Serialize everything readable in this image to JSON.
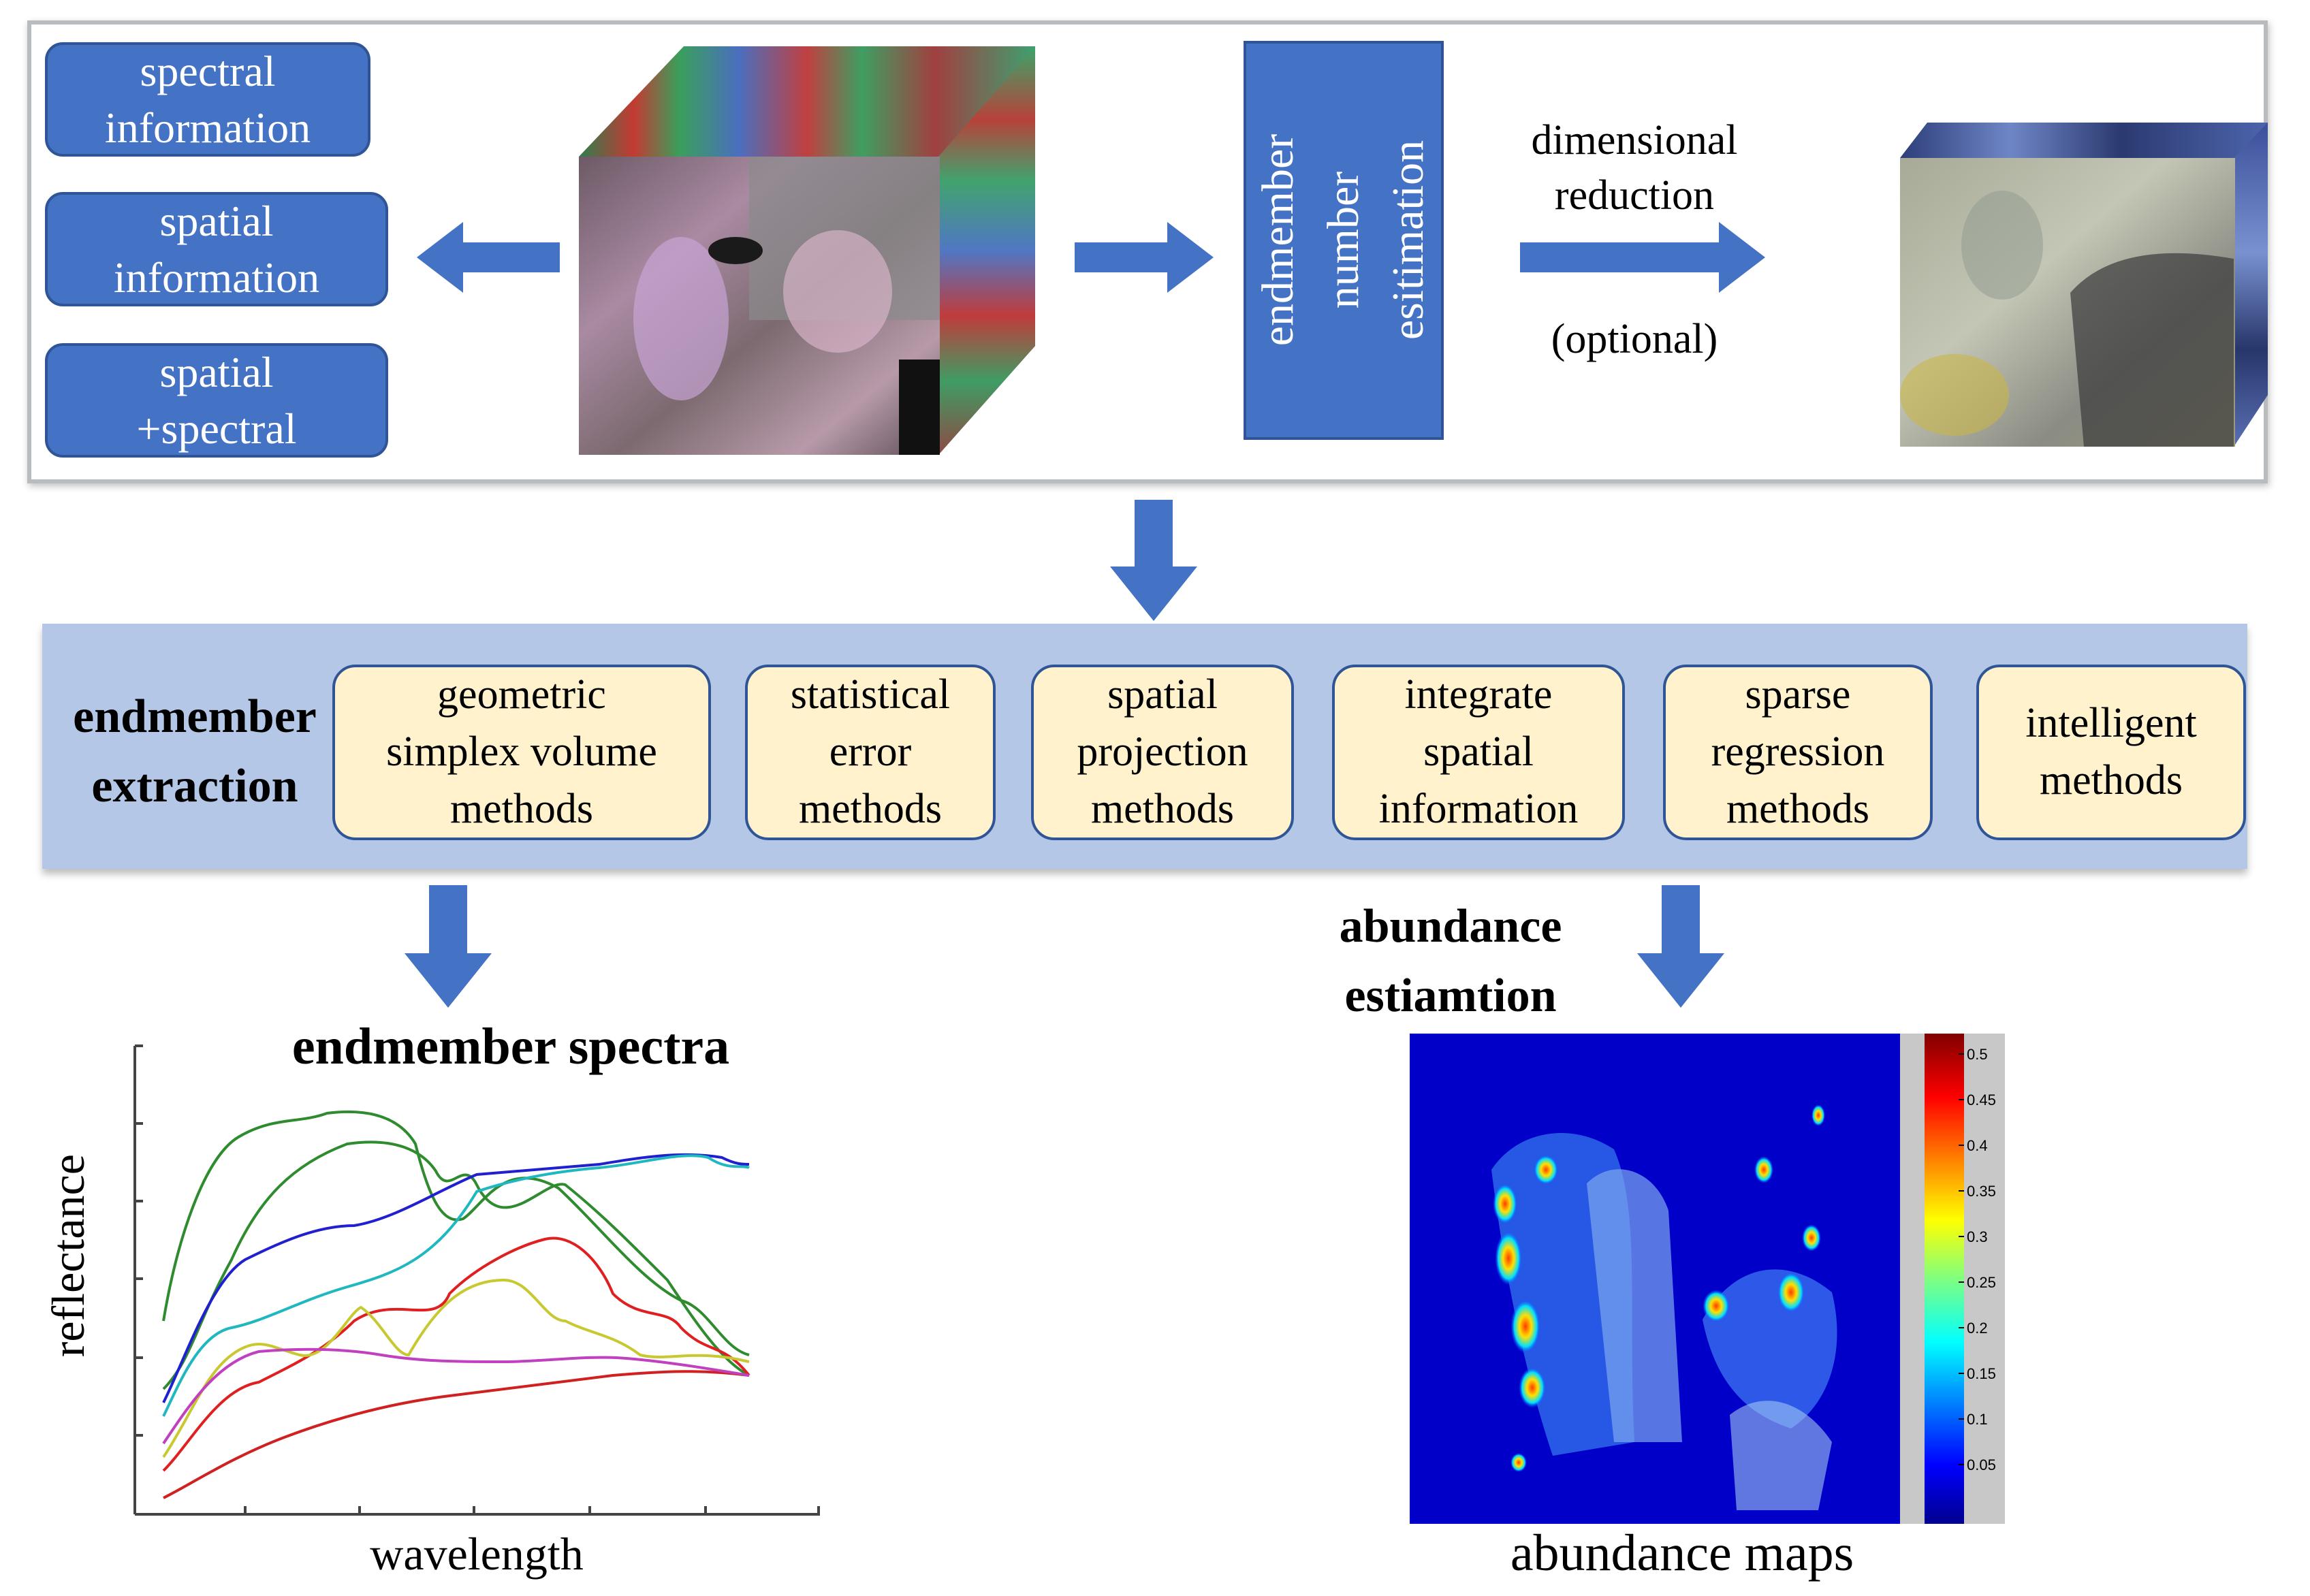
{
  "top": {
    "info_boxes": [
      {
        "lines": [
          "spectral",
          "information"
        ]
      },
      {
        "lines": [
          "spatial",
          "information"
        ]
      },
      {
        "lines": [
          "spatial",
          "+spectral"
        ]
      }
    ],
    "endmember_number": [
      "endmember",
      "number",
      "esitimation"
    ],
    "dim_reduction": [
      "dimensional",
      "reduction"
    ],
    "optional": "(optional)"
  },
  "extraction": {
    "label": [
      "endmember",
      "extraction"
    ],
    "methods": [
      {
        "lines": [
          "geometric",
          "simplex volume",
          "methods"
        ]
      },
      {
        "lines": [
          "statistical",
          "error",
          "methods"
        ]
      },
      {
        "lines": [
          "spatial",
          "projection",
          "methods"
        ]
      },
      {
        "lines": [
          "integrate",
          "spatial",
          "information"
        ]
      },
      {
        "lines": [
          "sparse",
          "regression",
          "methods"
        ]
      },
      {
        "lines": [
          "intelligent",
          "methods"
        ]
      }
    ]
  },
  "spectra": {
    "title": "endmember spectra",
    "ylabel": "reflectance",
    "xlabel": "wavelength"
  },
  "abundance": {
    "title": [
      "abundance",
      "estiamtion"
    ],
    "caption": "abundance maps",
    "colorbar_ticks": [
      "0.5",
      "0.45",
      "0.4",
      "0.35",
      "0.3",
      "0.25",
      "0.2",
      "0.15",
      "0.1",
      "0.05"
    ]
  },
  "colors": {
    "blue_box": "#4472c4",
    "arrow": "#4472c4",
    "band": "#b4c7e7",
    "method_fill": "#fff2cc"
  }
}
